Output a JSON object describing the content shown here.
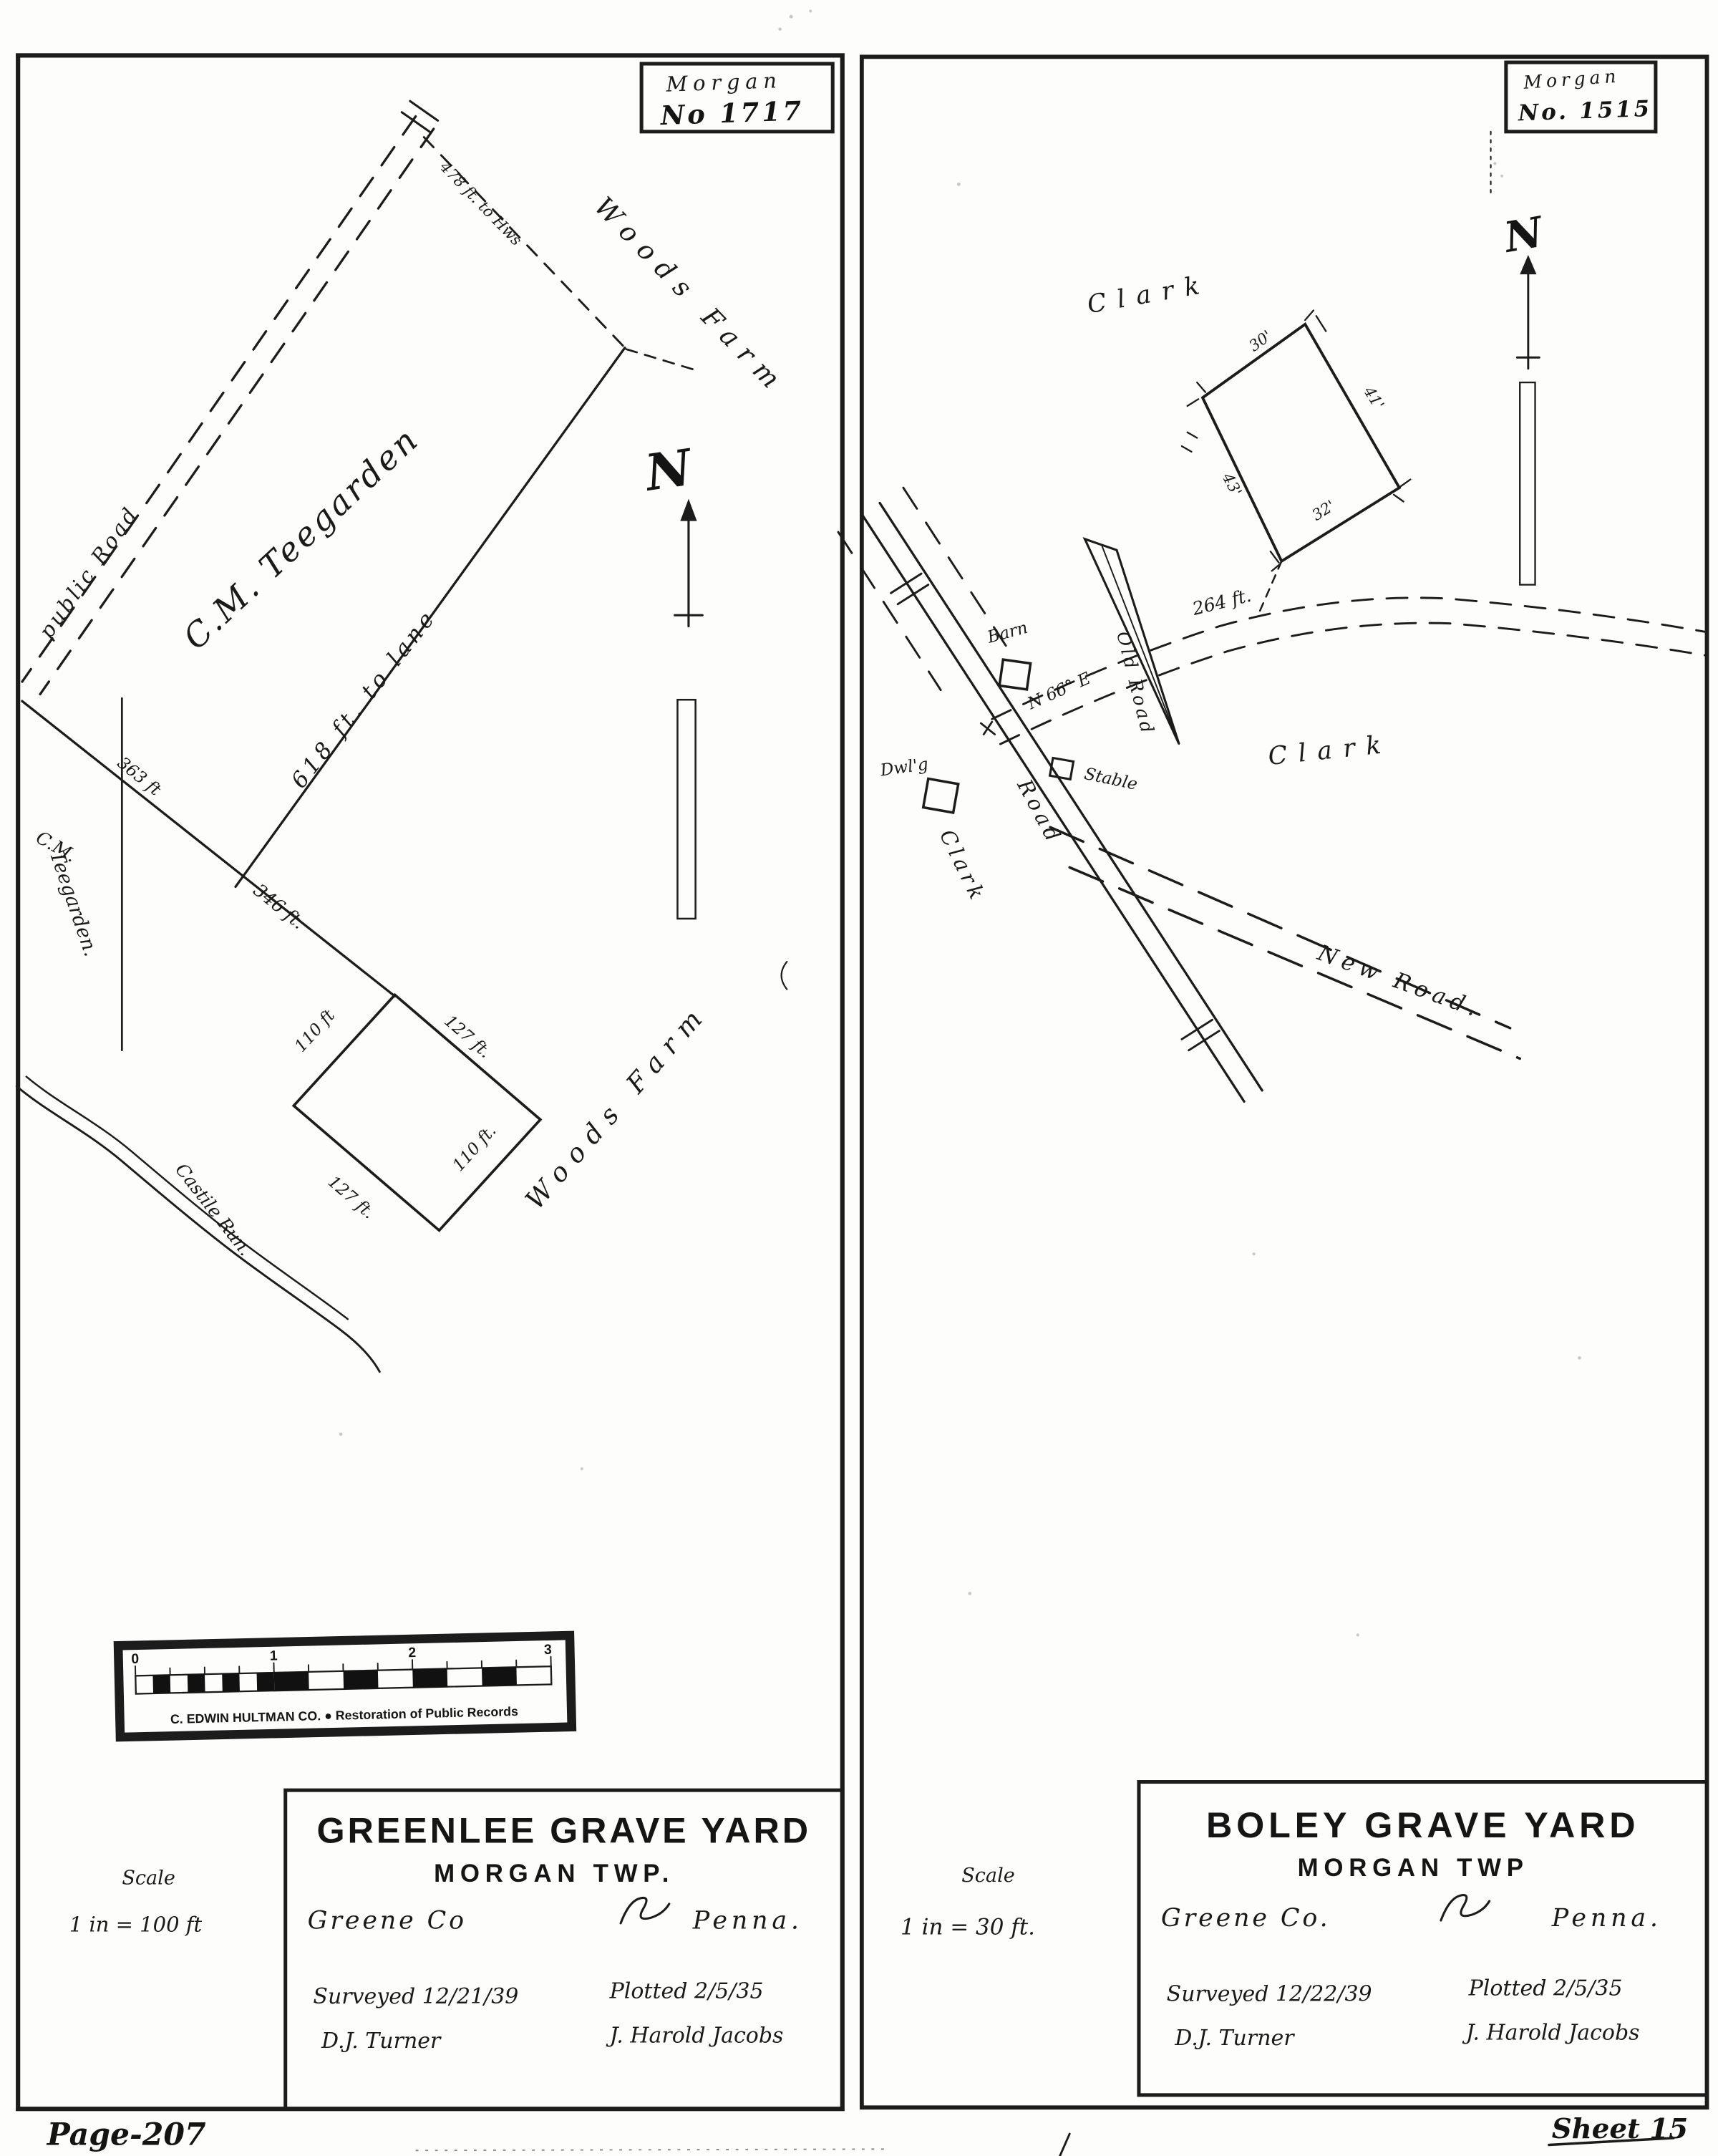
{
  "page": {
    "page_number": "Page-207",
    "sheet_label": "Sheet 15"
  },
  "left": {
    "plat_no": {
      "line1": "Morgan",
      "line2": "No 1717"
    },
    "north_letter": "N",
    "labels": {
      "woods_farm_top": "Woods Farm",
      "woods_farm_bottom": "Woods Farm",
      "owner_main": "C.M. Teegarden",
      "owner_left_1": "C.M.",
      "owner_left_2": "Teegarden.",
      "road": "public Road",
      "tie": "478 ft. to Hws",
      "lane": "618 ft. to lane",
      "d363": "363 ft",
      "d346": "346 ft.",
      "side_nw": "110 ft",
      "side_ne": "127 ft.",
      "side_se": "110 ft.",
      "side_sw": "127 ft.",
      "stream": "Castile Run."
    },
    "scale_bar": {
      "t0": "0",
      "t1": "1",
      "t2": "2",
      "t3": "3",
      "caption": "C. EDWIN HULTMAN CO.  ●  Restoration of Public Records"
    },
    "scale_note": {
      "label": "Scale",
      "value": "1 in = 100 ft"
    },
    "title_block": {
      "title": "GREENLEE GRAVE YARD",
      "township": "MORGAN TWP.",
      "county": "Greene Co",
      "state": "Penna.",
      "surveyed": "Surveyed 12/21/39",
      "plotted": "Plotted 2/5/35",
      "surveyor": "D.J. Turner",
      "draftsman": "J. Harold Jacobs"
    }
  },
  "right": {
    "plat_no": {
      "line1": "Morgan",
      "line2": "No. 1515"
    },
    "north_letter": "N",
    "labels": {
      "clark_top": "Clark",
      "clark_mid": "Clark",
      "clark_road": "Clark",
      "road": "Road",
      "old_road": "Old Road",
      "new_road": "New Road.",
      "bearing": "N 66° E",
      "d264": "264 ft.",
      "side_top": "30'",
      "side_right": "41'",
      "side_bottom": "32'",
      "side_left": "43'",
      "barn": "Barn",
      "dwelling": "Dwl'g",
      "stable": "Stable"
    },
    "scale_note": {
      "label": "Scale",
      "value": "1 in = 30 ft."
    },
    "title_block": {
      "title": "BOLEY GRAVE YARD",
      "township": "MORGAN TWP",
      "county": "Greene Co.",
      "state": "Penna.",
      "surveyed": "Surveyed 12/22/39",
      "plotted": "Plotted 2/5/35",
      "surveyor": "D.J. Turner",
      "draftsman": "J. Harold Jacobs"
    }
  }
}
